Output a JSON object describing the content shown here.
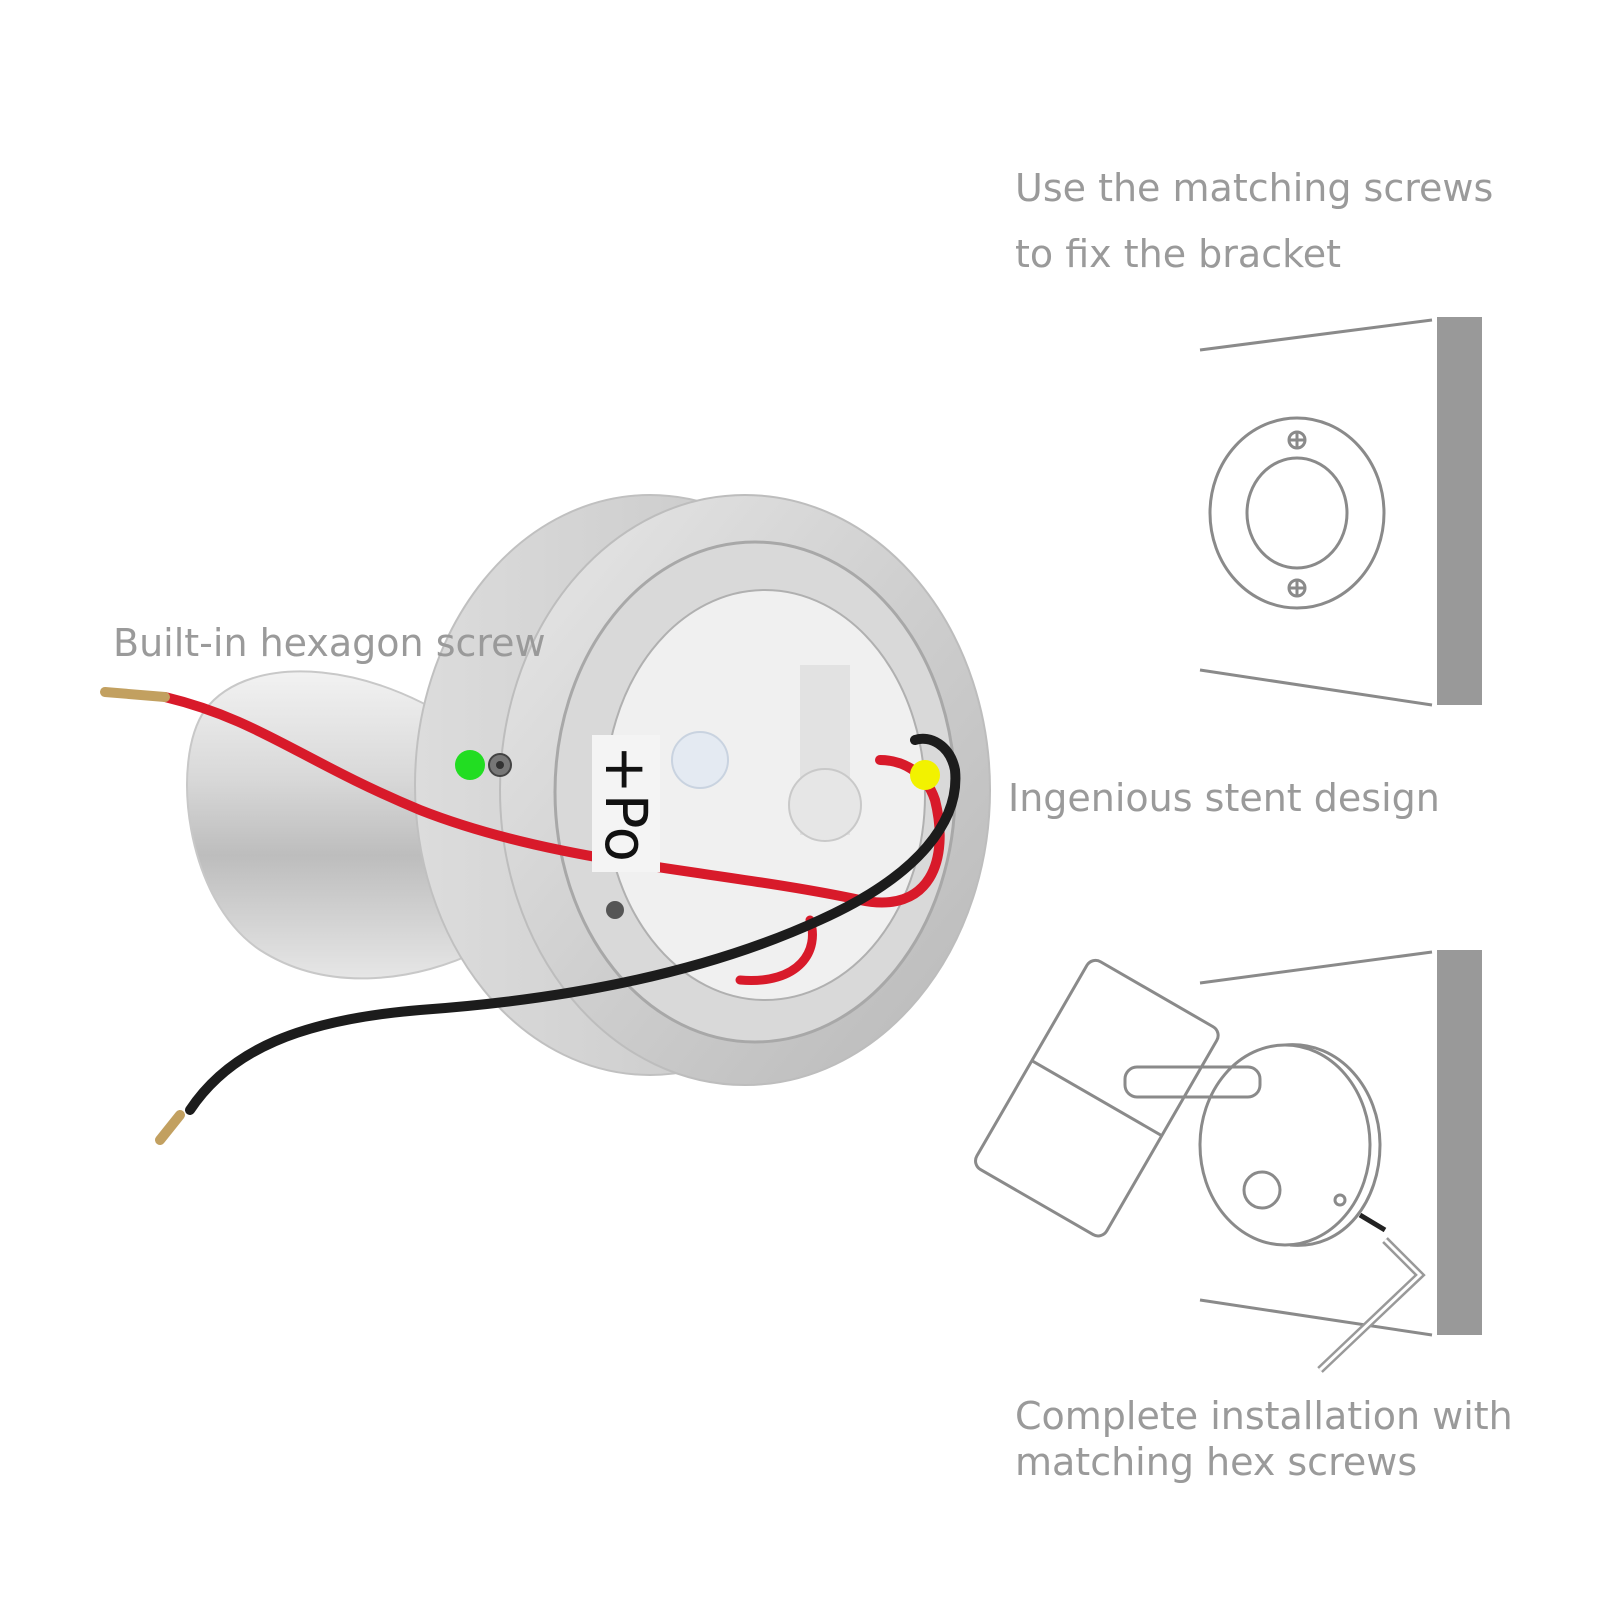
{
  "captions": {
    "screws_line1": "Use the matching screws",
    "screws_line2": "to fix the bracket",
    "hex": "Built-in hexagon screw",
    "stent": "Ingenious stent design",
    "complete_line1": "Complete installation with",
    "complete_line2": "matching hex screws"
  },
  "tape_label": "+Po",
  "colors": {
    "caption_text": "#9a9a9a",
    "line_art": "#8a8a8a",
    "wall": "#999999",
    "marker_hex": "#22dd22",
    "marker_stent": "#f2f200",
    "wire_red": "#d81a2a",
    "wire_black": "#1c1c1c"
  }
}
